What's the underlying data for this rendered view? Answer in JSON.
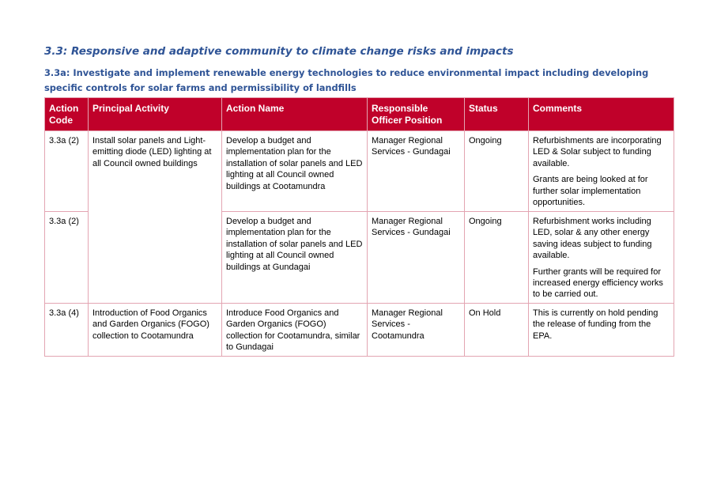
{
  "section_title": "3.3: Responsive and adaptive community to climate change risks and impacts",
  "subsection_title": "3.3a: Investigate and implement renewable energy technologies to reduce environmental impact including developing specific controls for solar farms and permissibility of landfills",
  "table": {
    "headers": [
      "Action Code",
      "Principal Activity",
      "Action Name",
      "Responsible Officer Position",
      "Status",
      "Comments"
    ],
    "rows": [
      {
        "code": "3.3a (2)",
        "principal_activity": "Install solar panels and Light-emitting diode (LED) lighting at all Council owned buildings",
        "action_name": "Develop a budget and implementation plan for the installation of solar panels and LED lighting at all Council owned buildings at Cootamundra",
        "officer": "Manager Regional Services - Gundagai",
        "status": "Ongoing",
        "comments": [
          "Refurbishments are incorporating LED & Solar subject to funding available.",
          "Grants are being looked at for further solar implementation opportunities."
        ]
      },
      {
        "code": "3.3a (2)",
        "action_name": "Develop a budget and implementation plan for the installation of solar panels and LED lighting at all Council owned buildings at Gundagai",
        "officer": "Manager Regional Services - Gundagai",
        "status": "Ongoing",
        "comments": [
          "Refurbishment works including LED, solar & any other energy saving ideas subject to funding available.",
          "Further grants will be required for increased energy efficiency works to be carried out."
        ]
      },
      {
        "code": "3.3a (4)",
        "principal_activity": "Introduction of Food Organics and Garden Organics (FOGO) collection to Cootamundra",
        "action_name": "Introduce Food Organics and Garden Organics (FOGO) collection for Cootamundra, similar to Gundagai",
        "officer": "Manager Regional Services - Cootamundra",
        "status": "On Hold",
        "comments": [
          "This is currently on hold pending the release of funding from the EPA."
        ]
      }
    ]
  }
}
